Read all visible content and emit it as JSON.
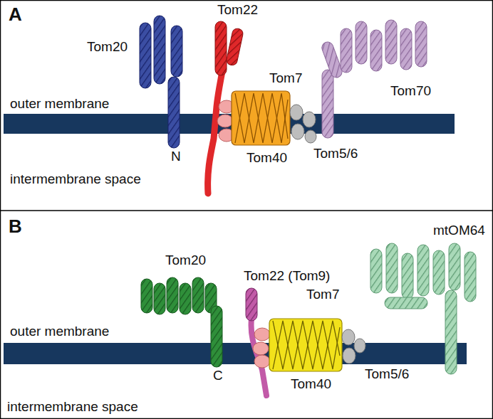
{
  "diagram": {
    "labels": [
      "A",
      "Tom22",
      "Tom20",
      "Tom70",
      "Tom7",
      "outer membrane",
      "Tom40",
      "N",
      "Tom5/6",
      "intermembrane space",
      "B",
      "Tom20",
      "mtOM64",
      "Tom22 (Tom9)",
      "Tom7",
      "outer membrane",
      "C",
      "Tom5/6",
      "Tom40",
      "intermembrane space"
    ]
  }
}
